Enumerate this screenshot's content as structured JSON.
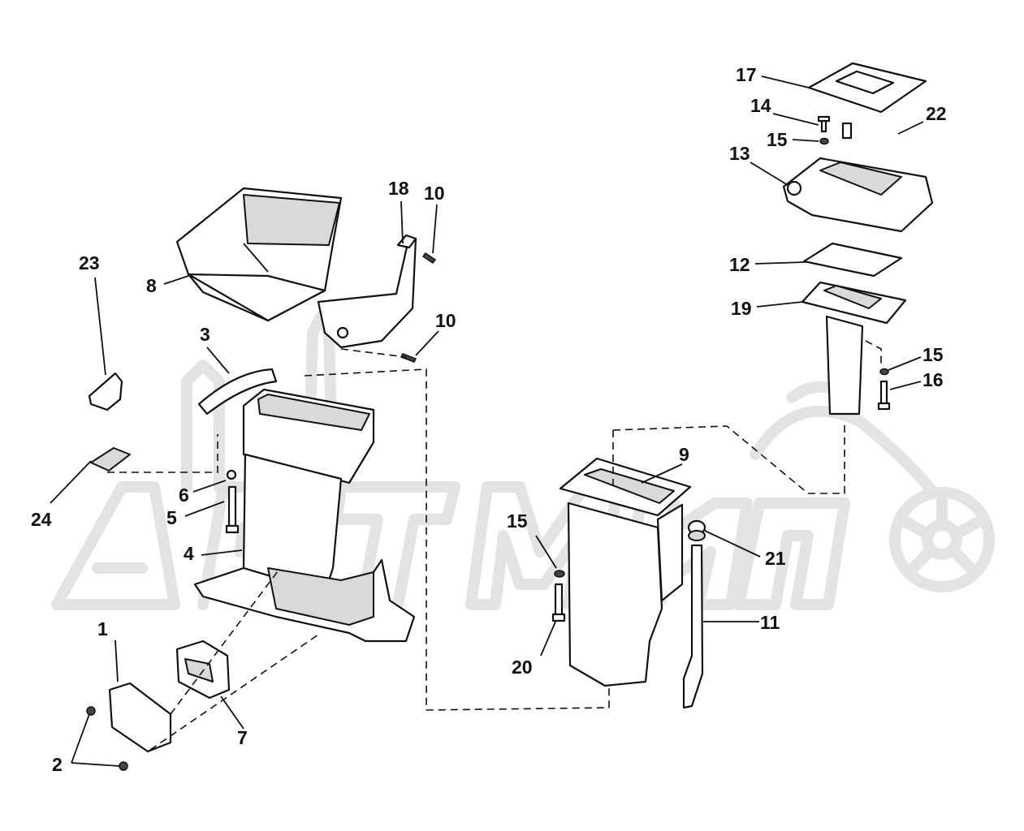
{
  "diagram": {
    "callouts": [
      {
        "id": "c1",
        "label": "1"
      },
      {
        "id": "c2",
        "label": "2"
      },
      {
        "id": "c3",
        "label": "3"
      },
      {
        "id": "c4",
        "label": "4"
      },
      {
        "id": "c5",
        "label": "5"
      },
      {
        "id": "c6",
        "label": "6"
      },
      {
        "id": "c7",
        "label": "7"
      },
      {
        "id": "c8",
        "label": "8"
      },
      {
        "id": "c9",
        "label": "9"
      },
      {
        "id": "c10a",
        "label": "10"
      },
      {
        "id": "c10b",
        "label": "10"
      },
      {
        "id": "c11",
        "label": "11"
      },
      {
        "id": "c12",
        "label": "12"
      },
      {
        "id": "c13",
        "label": "13"
      },
      {
        "id": "c14",
        "label": "14"
      },
      {
        "id": "c15a",
        "label": "15"
      },
      {
        "id": "c15b",
        "label": "15"
      },
      {
        "id": "c15c",
        "label": "15"
      },
      {
        "id": "c16",
        "label": "16"
      },
      {
        "id": "c17",
        "label": "17"
      },
      {
        "id": "c18",
        "label": "18"
      },
      {
        "id": "c19",
        "label": "19"
      },
      {
        "id": "c20",
        "label": "20"
      },
      {
        "id": "c21",
        "label": "21"
      },
      {
        "id": "c22",
        "label": "22"
      },
      {
        "id": "c23",
        "label": "23"
      },
      {
        "id": "c24",
        "label": "24"
      }
    ],
    "colors": {
      "line": "#111111",
      "watermark": "#e3e3e3",
      "background": "#ffffff"
    }
  }
}
